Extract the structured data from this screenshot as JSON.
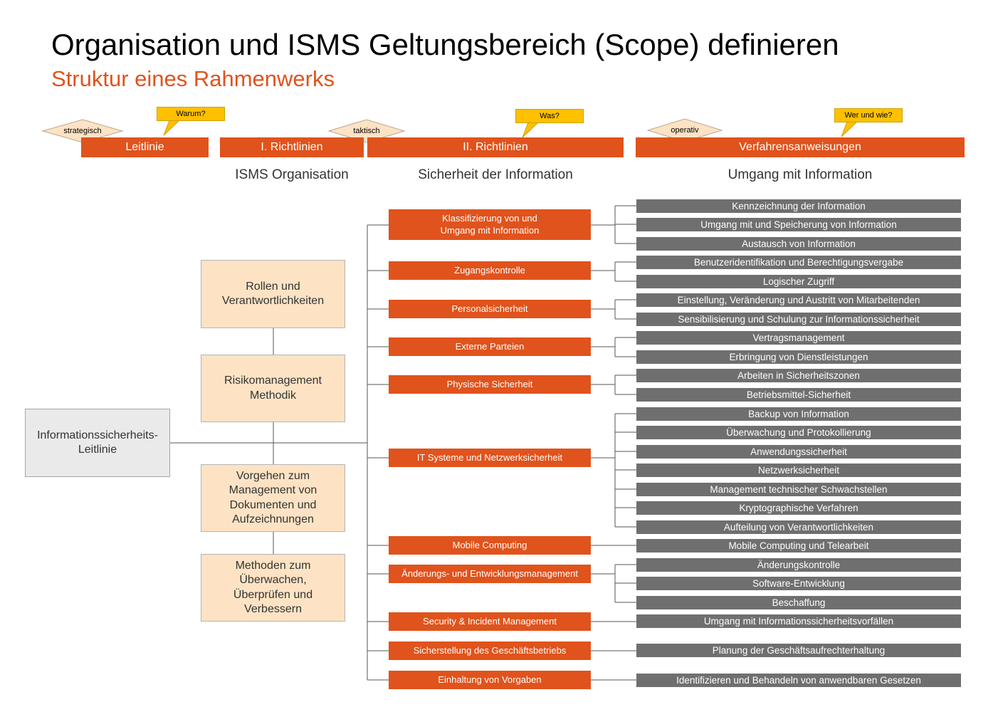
{
  "title": "Organisation und ISMS Geltungsbereich (Scope) definieren",
  "subtitle": "Struktur eines Rahmenwerks",
  "headers": {
    "leitlinie": "Leitlinie",
    "richtlinien1": "I. Richtlinien",
    "richtlinien2": "II. Richtlinien",
    "verfahren": "Verfahrensanweisungen"
  },
  "diamonds": {
    "strategisch": "strategisch",
    "taktisch": "taktisch",
    "operativ": "operativ"
  },
  "bubbles": {
    "warum": "Warum?",
    "was": "Was?",
    "werwie": "Wer und wie?"
  },
  "sections": {
    "isms": "ISMS Organisation",
    "sicherheit": "Sicherheit der Information",
    "umgang": "Umgang mit Information"
  },
  "leitlinie_box": "Informationssicherheits-\nLeitlinie",
  "org_boxes": [
    "Rollen und\nVerantwortlichkeiten",
    "Risikomanagement\nMethodik",
    "Vorgehen zum\nManagement von\nDokumenten und\nAufzeichnungen",
    "Methoden zum\nÜberwachen,\nÜberprüfen und\nVerbessern"
  ],
  "policies": [
    "Klassifizierung von und\nUmgang mit Information",
    "Zugangskontrolle",
    "Personalsicherheit",
    "Externe Parteien",
    "Physische Sicherheit",
    "IT Systeme und Netzwerksicherheit",
    "Mobile Computing",
    "Änderungs- und Entwicklungsmanagement",
    "Security & Incident Management",
    "Sicherstellung des Geschäftsbetriebs",
    "Einhaltung von Vorgaben"
  ],
  "procedures": [
    "Kennzeichnung der Information",
    "Umgang mit und Speicherung von Information",
    "Austausch von Information",
    "Benutzeridentifikation und Berechtigungsvergabe",
    "Logischer Zugriff",
    "Einstellung, Veränderung und Austritt von Mitarbeitenden",
    "Sensibilisierung und Schulung zur Informationssicherheit",
    "Vertragsmanagement",
    "Erbringung von Dienstleistungen",
    "Arbeiten in Sicherheitszonen",
    "Betriebsmittel-Sicherheit",
    "Backup von Information",
    "Überwachung und Protokollierung",
    "Anwendungssicherheit",
    "Netzwerksicherheit",
    "Management technischer Schwachstellen",
    "Kryptographische Verfahren",
    "Aufteilung von Verantwortlichkeiten",
    "Mobile Computing und Telearbeit",
    "Änderungskontrolle",
    "Software-Entwicklung",
    "Beschaffung",
    "Umgang mit Informationssicherheitsvorfällen",
    "Planung der Geschäftsaufrechterhaltung",
    "Identifizieren und Behandeln von anwendbaren Gesetzen"
  ],
  "colors": {
    "accent": "#e0531c",
    "grey": "#6f6f6f",
    "peach": "#fde3c4",
    "bubble": "#ffc000"
  }
}
